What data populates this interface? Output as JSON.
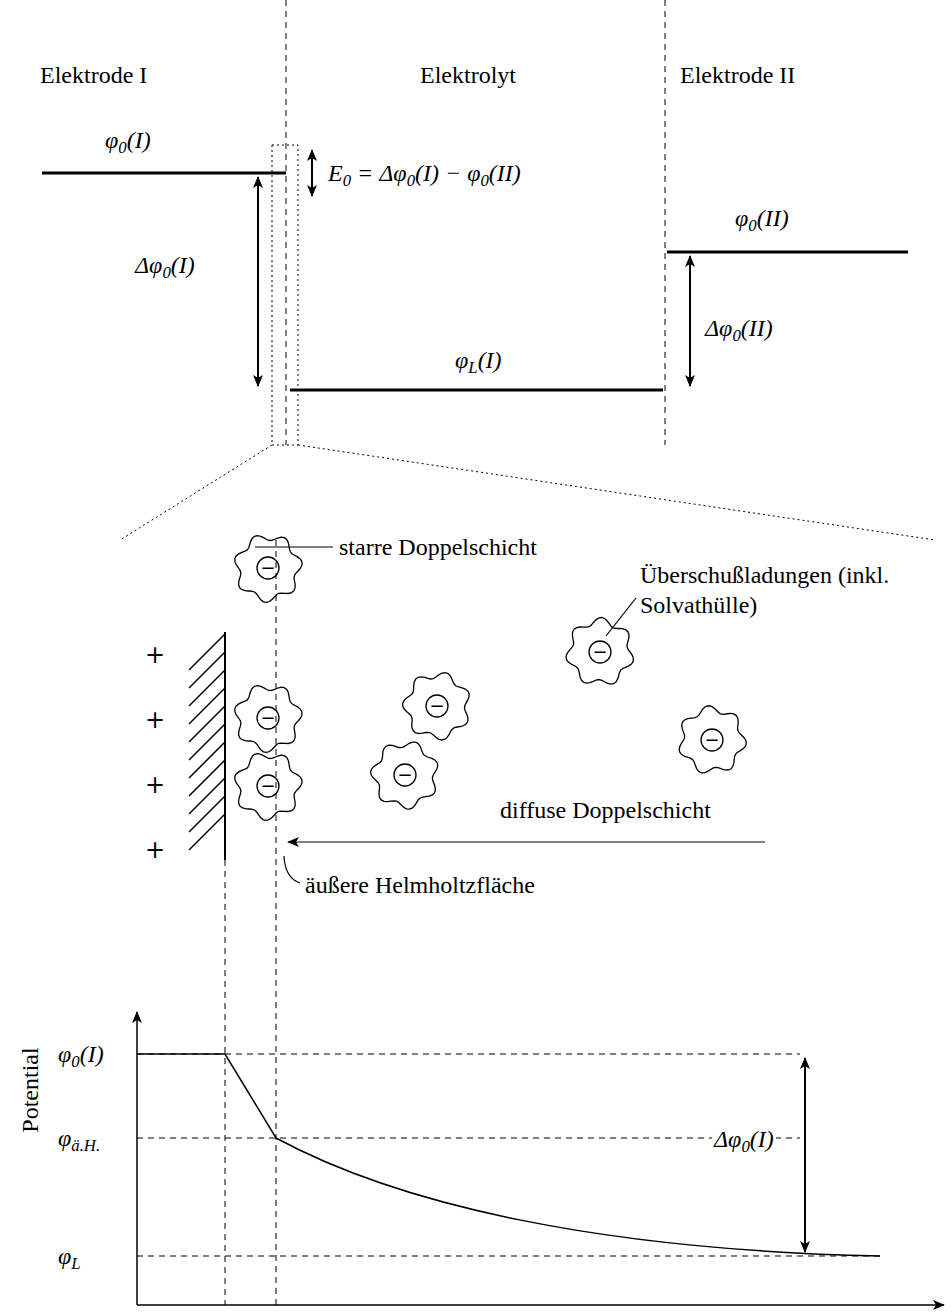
{
  "diagram": {
    "labels": [
      "Elektrode I",
      "Elektrolyt",
      "Elektrode II",
      "φ0(I)",
      "E0 = Δφ0(I) − φ0(II)",
      "φ0(II)",
      "Δφ0(I)",
      "Δφ0(II)",
      "φL(I)",
      "starre Doppelschicht",
      "Überschußladungen (inkl. Solvathülle)",
      "+",
      "+",
      "+",
      "+",
      "−",
      "−",
      "−",
      "−",
      "−",
      "−",
      "−",
      "diffuse Doppelschicht",
      "äußere Helmholtzfläche",
      "Potential",
      "φ0(I)",
      "φä.H.",
      "φL",
      "Δφ0(I)"
    ]
  }
}
